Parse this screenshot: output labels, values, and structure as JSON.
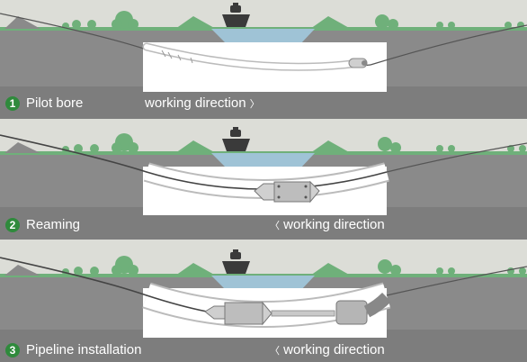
{
  "colors": {
    "sky": "#dcddd7",
    "ground": "#8a8a8a",
    "ground_dark": "#737373",
    "grass": "#6fb07a",
    "tree": "#6fb07a",
    "water": "#9fc3d6",
    "bore": "#ffffff",
    "accent": "#2f8a3c"
  },
  "icons": [
    "ship-icon",
    "tree-icon",
    "drill-head-icon",
    "reamer-icon",
    "pipeline-icon"
  ],
  "steps": [
    {
      "number": "1",
      "label": "Pilot bore",
      "direction_text": "working direction",
      "direction_arrow": "〉"
    },
    {
      "number": "2",
      "label": "Reaming",
      "direction_text": "working direction",
      "direction_arrow": "〈"
    },
    {
      "number": "3",
      "label": "Pipeline installation",
      "direction_text": "working direction",
      "direction_arrow": "〈"
    }
  ]
}
